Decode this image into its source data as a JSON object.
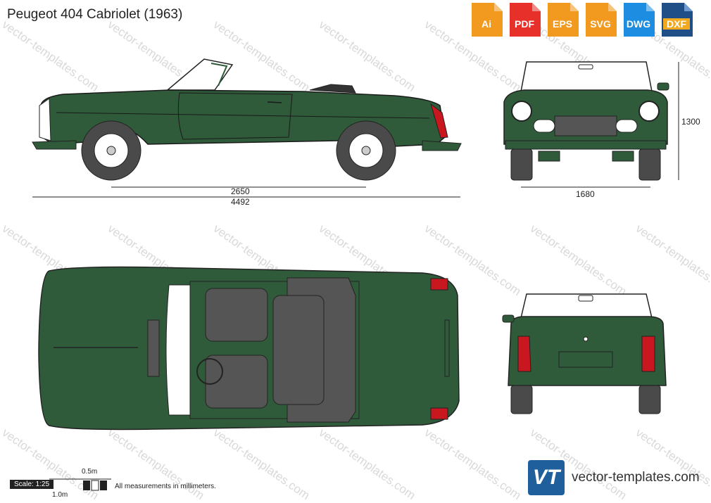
{
  "title": "Peugeot 404 Cabriolet (1963)",
  "formats": [
    {
      "label": "Ai",
      "color": "#f29a1f"
    },
    {
      "label": "PDF",
      "color": "#e8302a"
    },
    {
      "label": "EPS",
      "color": "#f29a1f"
    },
    {
      "label": "SVG",
      "color": "#f29a1f"
    },
    {
      "label": "DWG",
      "color": "#1c8de0"
    },
    {
      "label": "DXF",
      "color": "#f2a81f"
    }
  ],
  "dimensions": {
    "wheelbase": "2650",
    "length": "4492",
    "width": "1680",
    "height": "1300"
  },
  "watermark": "vector-templates.com",
  "scale": {
    "label": "Scale: 1:25",
    "half": "0.5m",
    "full": "1.0m"
  },
  "note": "All measurements in millimeters.",
  "brand": {
    "logo": "VT",
    "text": "vector-templates.com"
  },
  "colors": {
    "body": "#2f5b3a",
    "body_dark": "#1f3f27",
    "tire": "#4a4a4a",
    "interior": "#555555",
    "tail_light": "#c8171e"
  }
}
